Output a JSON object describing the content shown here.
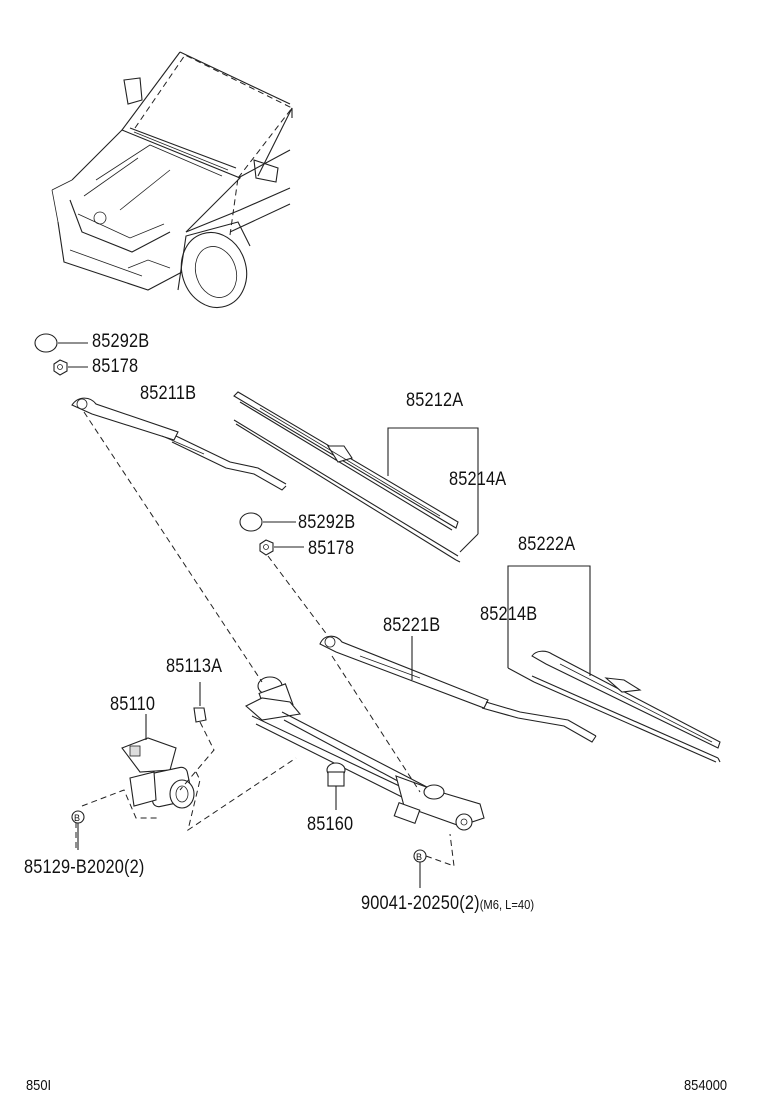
{
  "diagram": {
    "part_labels": {
      "cap_upper": "85292B",
      "nut_upper": "85178",
      "arm_front": "85211B",
      "blade_front": "85212A",
      "rubber_front": "85214A",
      "cap_lower": "85292B",
      "nut_lower": "85178",
      "blade_rear": "85222A",
      "rubber_rear": "85214B",
      "arm_rear": "85221B",
      "motor_part": "85113A",
      "motor": "85110",
      "link": "85160",
      "motor_bolt": "85129-B2020(2)",
      "link_bolt": "90041-20250(2)",
      "link_bolt_note": "(M6, L=40)"
    },
    "bolt_marker": "B",
    "footer": {
      "left_code": "850I",
      "right_code": "854000"
    }
  }
}
